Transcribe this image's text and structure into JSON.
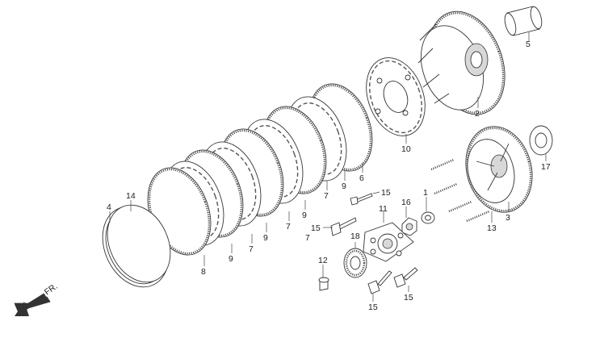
{
  "direction_label": "FR.",
  "callouts": [
    {
      "id": "c1",
      "label": "1"
    },
    {
      "id": "c2",
      "label": "2"
    },
    {
      "id": "c3",
      "label": "3"
    },
    {
      "id": "c4",
      "label": "4"
    },
    {
      "id": "c5",
      "label": "5"
    },
    {
      "id": "c6",
      "label": "6"
    },
    {
      "id": "c7a",
      "label": "7"
    },
    {
      "id": "c7b",
      "label": "7"
    },
    {
      "id": "c7c",
      "label": "7"
    },
    {
      "id": "c7d",
      "label": "7"
    },
    {
      "id": "c8",
      "label": "8"
    },
    {
      "id": "c9a",
      "label": "9"
    },
    {
      "id": "c9b",
      "label": "9"
    },
    {
      "id": "c9c",
      "label": "9"
    },
    {
      "id": "c9d",
      "label": "9"
    },
    {
      "id": "c10",
      "label": "10"
    },
    {
      "id": "c11",
      "label": "11"
    },
    {
      "id": "c12",
      "label": "12"
    },
    {
      "id": "c13",
      "label": "13"
    },
    {
      "id": "c14",
      "label": "14"
    },
    {
      "id": "c15a",
      "label": "15"
    },
    {
      "id": "c15b",
      "label": "15"
    },
    {
      "id": "c15c",
      "label": "15"
    },
    {
      "id": "c15d",
      "label": "15"
    },
    {
      "id": "c16",
      "label": "16"
    },
    {
      "id": "c17",
      "label": "17"
    },
    {
      "id": "c18",
      "label": "18"
    }
  ]
}
